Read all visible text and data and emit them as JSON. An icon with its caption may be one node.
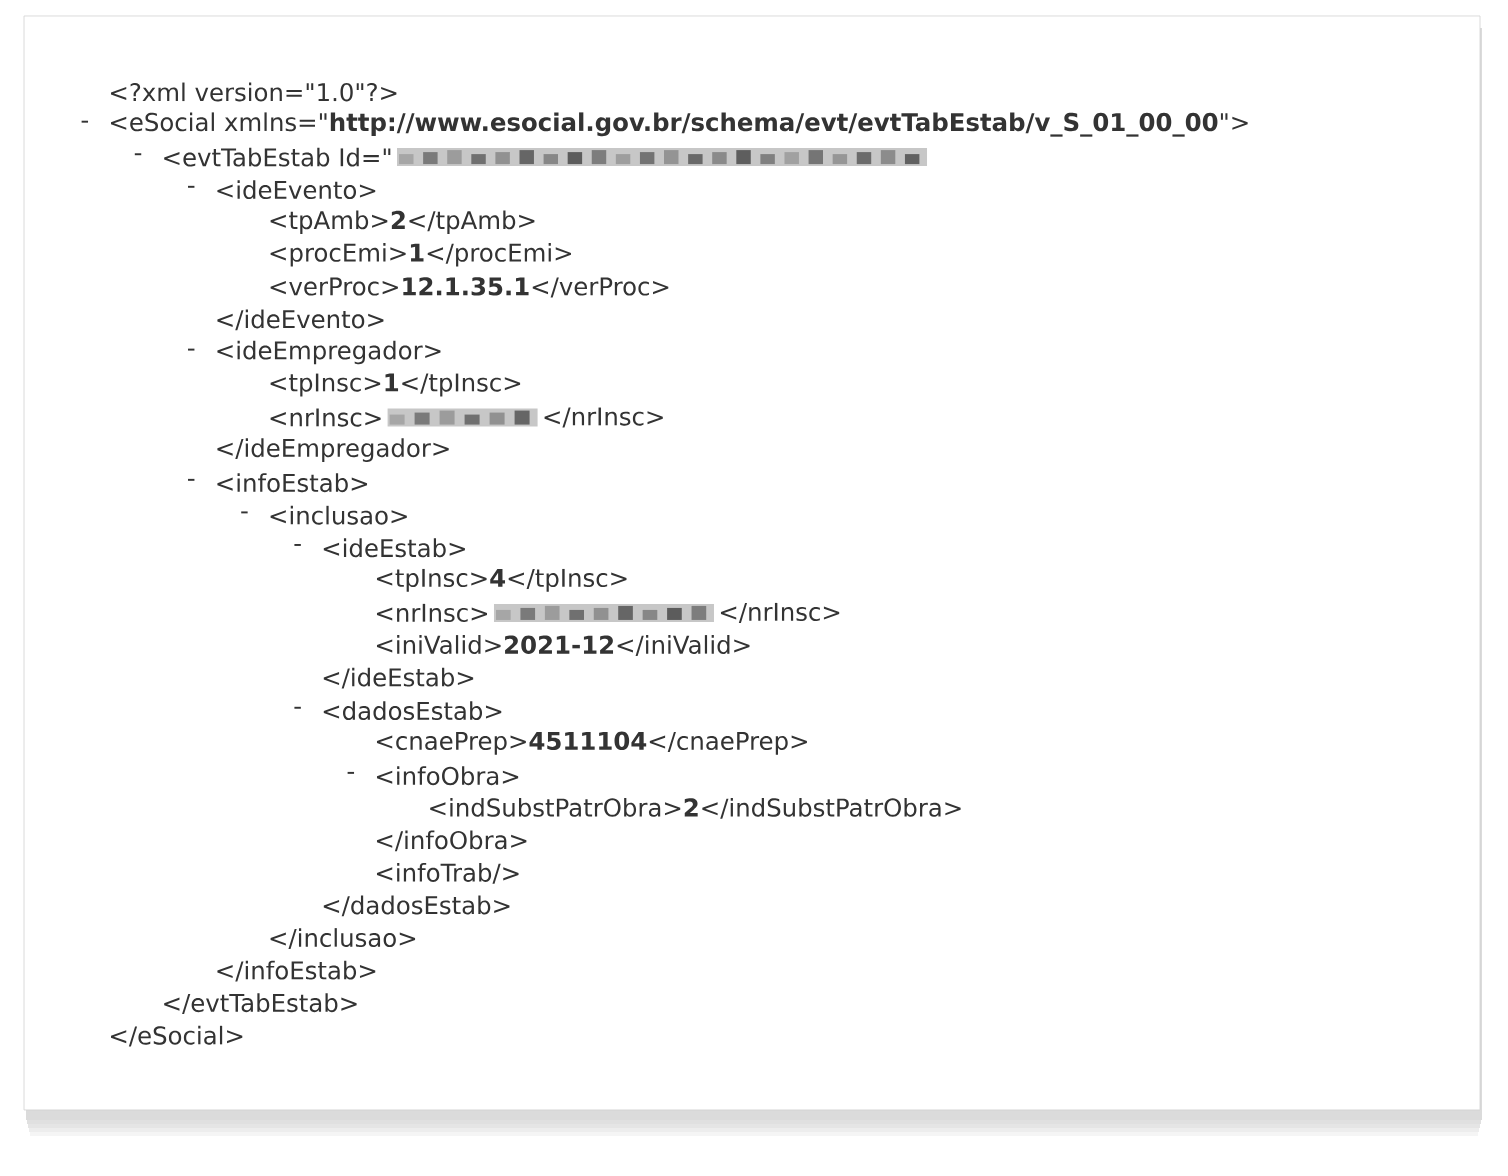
{
  "diagram": {
    "labels": [
      "<?xml version=\"1.0\"?>",
      "-",
      "<eSocial xmlns=\"**http://www.esocial.gov.br/schema/evt/evtTabEstab/v_S_01_00_00**\">",
      "-",
      "<evtTabEstab Id=\"",
      "-",
      "<ideEvento>",
      "<tpAmb>**2**</tpAmb>",
      "<procEmi>**1**</procEmi>",
      "<verProc>**12.1.35.1**</verProc>",
      "</ideEvento>",
      "-",
      "<ideEmpregador>",
      "<tpInsc>**1**</tpInsc>",
      "<nrInsc>",
      "</nrInsc>",
      "</ideEmpregador>",
      "-",
      "<infoEstab>",
      "-",
      "<inclusao>",
      "-",
      "<ideEstab>",
      "<tpInsc>**4**</tpInsc>",
      "<nrInsc>",
      "</nrInsc>",
      "<iniValid>**2021-12**</iniValid>",
      "</ideEstab>",
      "-",
      "<dadosEstab>",
      "<cnaePrep>**4511104**</cnaePrep>",
      "-",
      "<infoObra>",
      "<indSubstPatrObra>**2**</indSubstPatrObra>",
      "</infoObra>",
      "<infoTrab/>",
      "</dadosEstab>",
      "</inclusao>",
      "</infoEstab>",
      "</evtTabEstab>",
      "</eSocial>"
    ]
  }
}
